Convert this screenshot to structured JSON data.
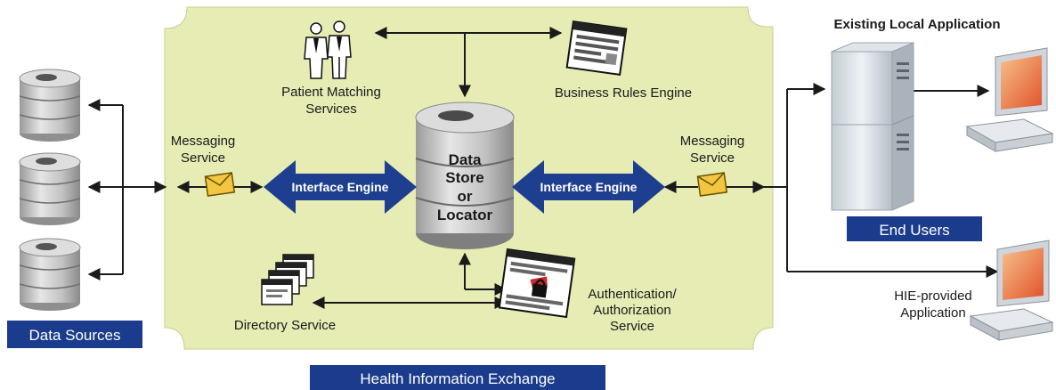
{
  "colors": {
    "exchange_bg": "#e6ecb4",
    "navy": "#1e3f8f",
    "badge": "#1b3b8c",
    "envelope": "#f2c640"
  },
  "icons": [
    "database-icon",
    "people-icon",
    "rules-document-icon",
    "envelope-icon",
    "server-icon",
    "computer-icon",
    "directory-cards-icon",
    "security-certificate-icon"
  ],
  "labels": {
    "patient_matching": [
      "Patient Matching",
      "Services"
    ],
    "business_rules": "Business Rules Engine",
    "messaging_left": [
      "Messaging",
      "Service"
    ],
    "messaging_right": [
      "Messaging",
      "Service"
    ],
    "interface_engine_left": "Interface Engine",
    "interface_engine_right": "Interface Engine",
    "data_store": [
      "Data",
      "Store",
      "or",
      "Locator"
    ],
    "directory_service": "Directory Service",
    "auth_service": [
      "Authentication/",
      "Authorization",
      "Service"
    ],
    "existing_local_app": "Existing Local Application",
    "hie_app": [
      "HIE-provided",
      "Application"
    ]
  },
  "badges": {
    "data_sources": "Data Sources",
    "end_users": "End Users",
    "hie": "Health Information Exchange"
  }
}
